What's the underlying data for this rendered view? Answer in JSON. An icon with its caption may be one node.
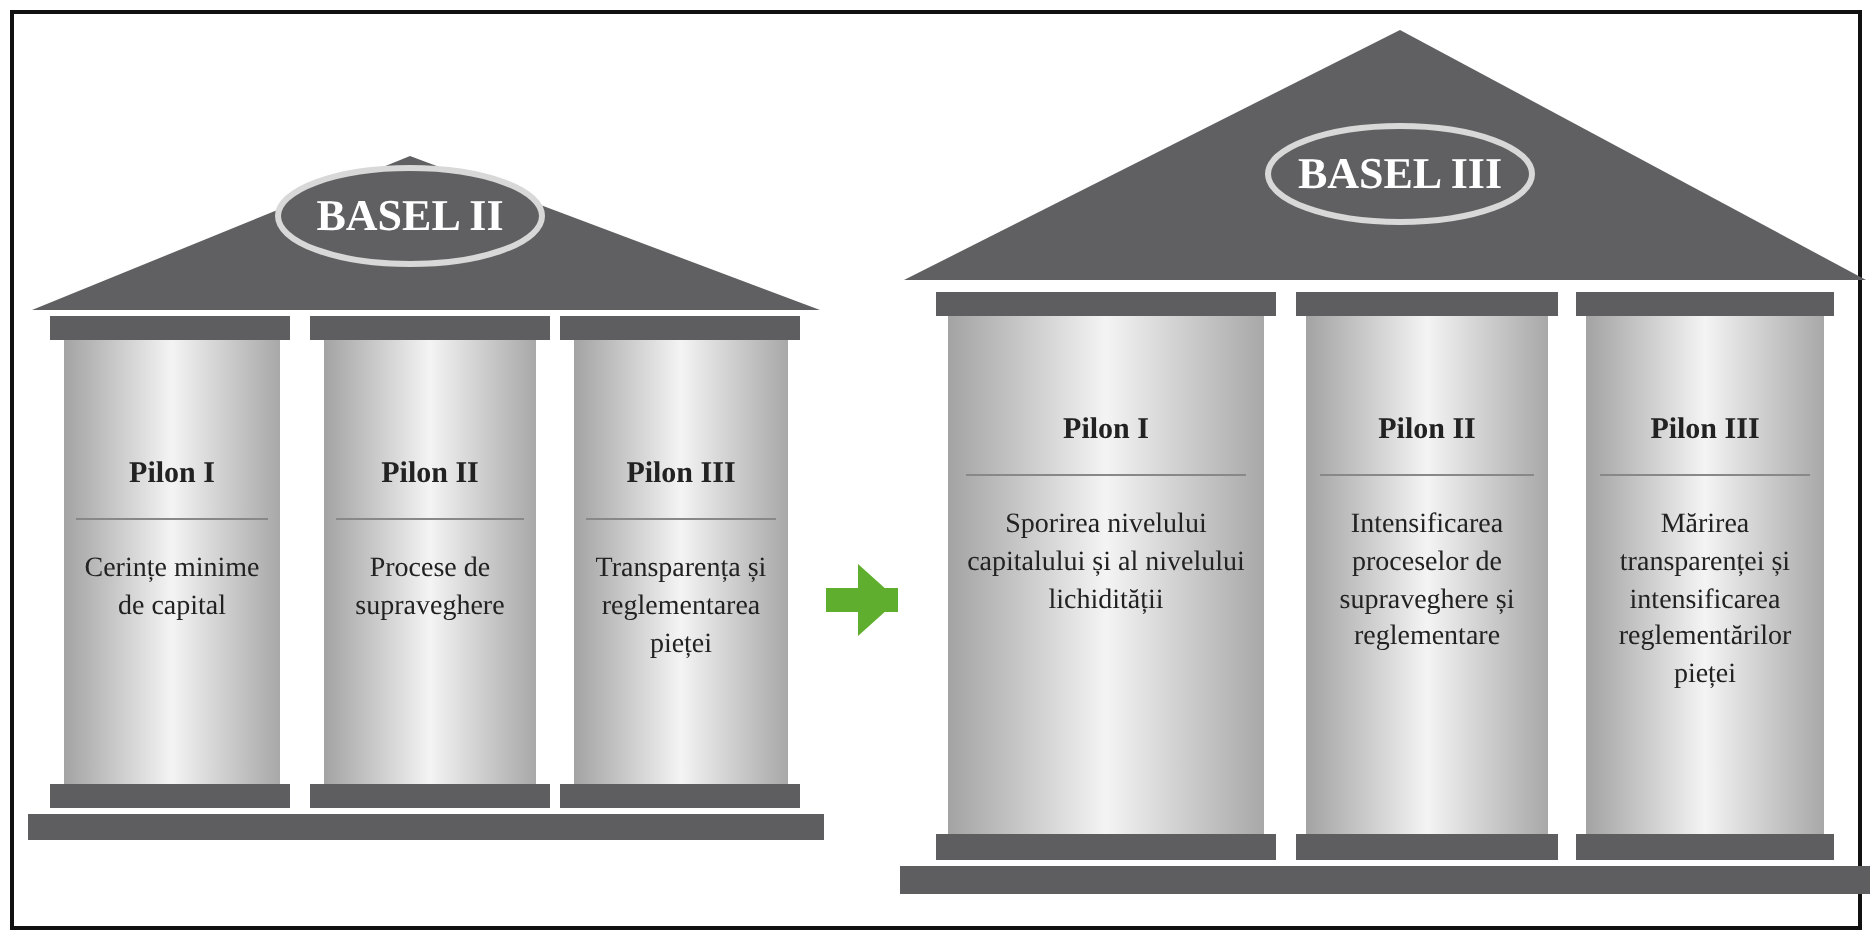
{
  "diagram": {
    "nodes": [
      {
        "text": [
          "BASEL II"
        ]
      },
      {
        "text": [
          "Pilon I",
          "Cerințe minime de capital"
        ],
        "in": 0
      },
      {
        "text": [
          "Pilon II",
          "Procese de supraveghere"
        ],
        "in": 0
      },
      {
        "text": [
          "Pilon III",
          "Transparența și reglementarea pieței"
        ],
        "in": 0
      },
      {
        "text": [
          "BASEL III"
        ]
      },
      {
        "text": [
          "Pilon I",
          "Sporirea nivelului capitalului și al nivelului lichidității"
        ],
        "in": 4
      },
      {
        "text": [
          "Pilon II",
          "Intensificarea proceselor de supraveghere și reglementare"
        ],
        "in": 4
      },
      {
        "text": [
          "Pilon III",
          "Mărirea transparenței și intensificarea reglementărilor pieței"
        ],
        "in": 4
      }
    ],
    "edges": [
      {
        "from": 0,
        "to": 4,
        "arrow": "to",
        "color": "#5fae2e"
      }
    ]
  }
}
